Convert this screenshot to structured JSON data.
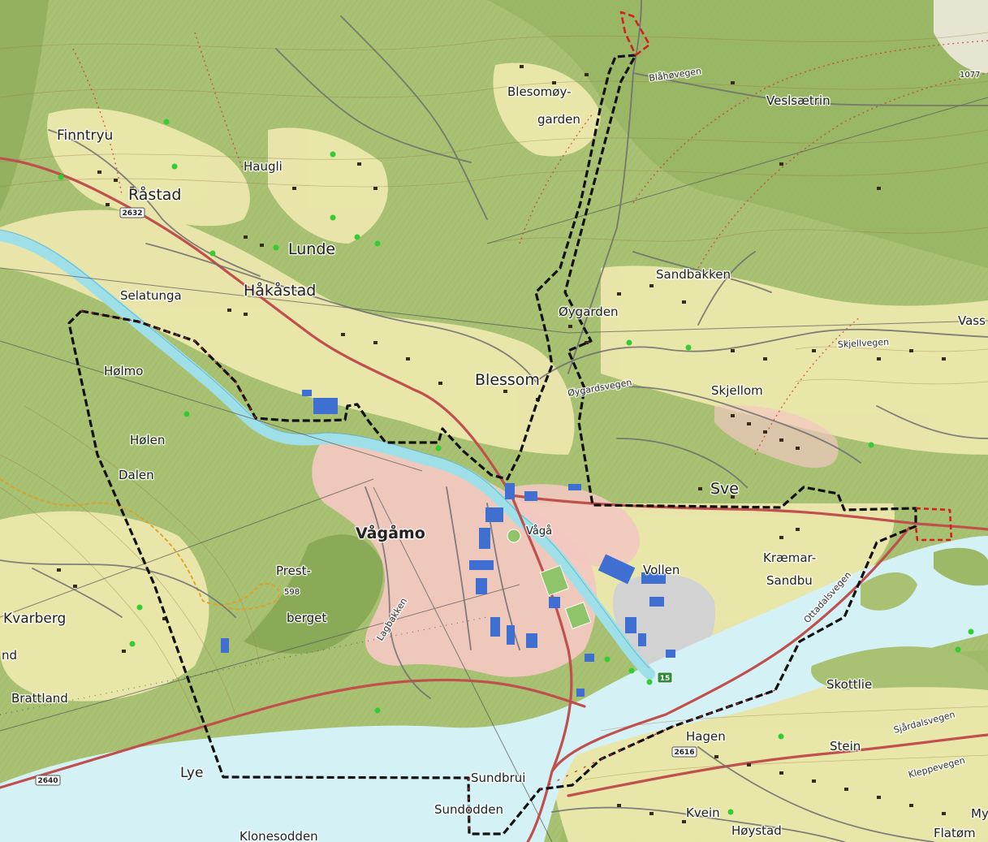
{
  "map": {
    "colors": {
      "forest": "#a9c173",
      "forest_dark": "#8fae5c",
      "farmland": "#f0eab0",
      "river": "#9fe0e8",
      "lake": "#d4f2f6",
      "urban": "#f2c8c0",
      "building_blue": "#3f6fd0",
      "road_main": "#c0504d",
      "road_minor": "#6e6e6e",
      "boundary_black": "#111111",
      "boundary_red": "#d42020",
      "trail_orange": "#e0a020"
    },
    "places": [
      {
        "id": "finntryu",
        "name": "Finntryu"
      },
      {
        "id": "rastad",
        "name": "Råstad"
      },
      {
        "id": "haugli",
        "name": "Haugli"
      },
      {
        "id": "lunde",
        "name": "Lunde"
      },
      {
        "id": "hakastad",
        "name": "Håkåstad"
      },
      {
        "id": "selatunga",
        "name": "Selatunga"
      },
      {
        "id": "holmo",
        "name": "Hølmo"
      },
      {
        "id": "holen",
        "name": "Hølen"
      },
      {
        "id": "dalen",
        "name": "Dalen"
      },
      {
        "id": "kvarberg",
        "name": "Kvarberg"
      },
      {
        "id": "brattland",
        "name": "Brattland"
      },
      {
        "id": "lye",
        "name": "Lye"
      },
      {
        "id": "vagamo",
        "name": "Vågåmo"
      },
      {
        "id": "prest",
        "name": "Prest-"
      },
      {
        "id": "berget",
        "name": "berget"
      },
      {
        "id": "blessom",
        "name": "Blessom"
      },
      {
        "id": "blesomoy",
        "name": "Blesomøy-"
      },
      {
        "id": "garden",
        "name": "garden"
      },
      {
        "id": "oygarden",
        "name": "Øygarden"
      },
      {
        "id": "sandbakken",
        "name": "Sandbakken"
      },
      {
        "id": "veslsaetrin",
        "name": "Veslsætrin"
      },
      {
        "id": "skjellom",
        "name": "Skjellom"
      },
      {
        "id": "sve",
        "name": "Sve"
      },
      {
        "id": "vaga",
        "name": "Vågå"
      },
      {
        "id": "vollen",
        "name": "Vollen"
      },
      {
        "id": "kraemar",
        "name": "Kræmar-"
      },
      {
        "id": "sandbu",
        "name": "Sandbu"
      },
      {
        "id": "skottlie",
        "name": "Skottlie"
      },
      {
        "id": "hagen",
        "name": "Hagen"
      },
      {
        "id": "stein",
        "name": "Stein"
      },
      {
        "id": "kvein",
        "name": "Kvein"
      },
      {
        "id": "hoystad",
        "name": "Høystad"
      },
      {
        "id": "flatom",
        "name": "Flatøm"
      },
      {
        "id": "my",
        "name": "My"
      },
      {
        "id": "sundbrui",
        "name": "Sundbrui"
      },
      {
        "id": "sundodden",
        "name": "Sundodden"
      },
      {
        "id": "klonesodden",
        "name": "Klonesodden"
      },
      {
        "id": "vass",
        "name": "Vass"
      },
      {
        "id": "nd",
        "name": "nd"
      }
    ],
    "roads": [
      {
        "id": "blahovegen",
        "name": "Blåhøvegen"
      },
      {
        "id": "skjellvegen",
        "name": "Skjellvegen"
      },
      {
        "id": "oygardsvegen",
        "name": "Øygardsvegen"
      },
      {
        "id": "ottadalsvegen",
        "name": "Ottadalsvegen"
      },
      {
        "id": "sjardalsvegen",
        "name": "Sjårdalsvegen"
      },
      {
        "id": "kleppevegen",
        "name": "Kleppevegen"
      },
      {
        "id": "lagbakken",
        "name": "Lagbakken"
      }
    ],
    "elevations": [
      {
        "id": "e1077",
        "value": "1077"
      },
      {
        "id": "e598",
        "value": "598"
      }
    ],
    "road_numbers": [
      {
        "id": "r2632",
        "value": "2632"
      },
      {
        "id": "r2640",
        "value": "2640"
      },
      {
        "id": "r2616",
        "value": "2616"
      },
      {
        "id": "r15",
        "value": "15"
      }
    ]
  }
}
